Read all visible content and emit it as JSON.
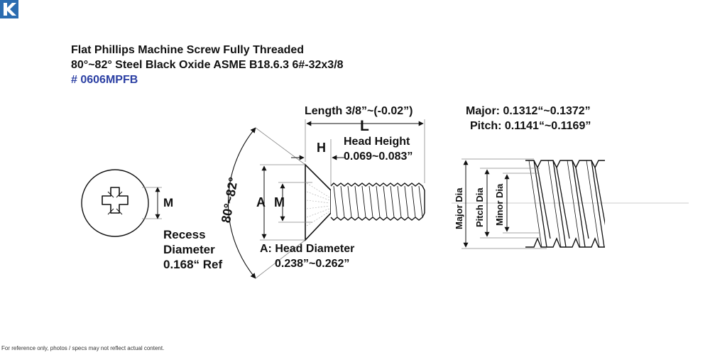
{
  "brand": {
    "logo_letter": "K",
    "logo_color": "#2b6cb0"
  },
  "title": {
    "line1": "Flat Phillips Machine Screw Fully Threaded",
    "line2": "80°~82° Steel Black Oxide ASME B18.6.3 6#-32x3/8",
    "part_number": "# 0606MPFB",
    "part_number_color": "#2b3fa3"
  },
  "recess": {
    "m_label": "M",
    "caption_line1": "Recess",
    "caption_line2": "Diameter",
    "caption_line3": "0.168“ Ref"
  },
  "side_view": {
    "angle_label": "80°~82°",
    "length_label": "Length 3/8”~(-0.02”)",
    "l_letter": "L",
    "h_letter": "H",
    "head_height_title": "Head Height",
    "head_height_value": "0.069~0.083”",
    "a_letter": "A",
    "m_letter": "M",
    "head_diameter_title": "A: Head Diameter",
    "head_diameter_value": "0.238”~0.262”"
  },
  "thread_view": {
    "major_label": "Major: 0.1312“~0.1372”",
    "pitch_label": "Pitch: 0.1141“~0.1169”",
    "major_dia": "Major Dia",
    "pitch_dia": "Pitch Dia",
    "minor_dia": "Minor Dia"
  },
  "footer": "For reference only, photos / specs may not reflect actual content."
}
